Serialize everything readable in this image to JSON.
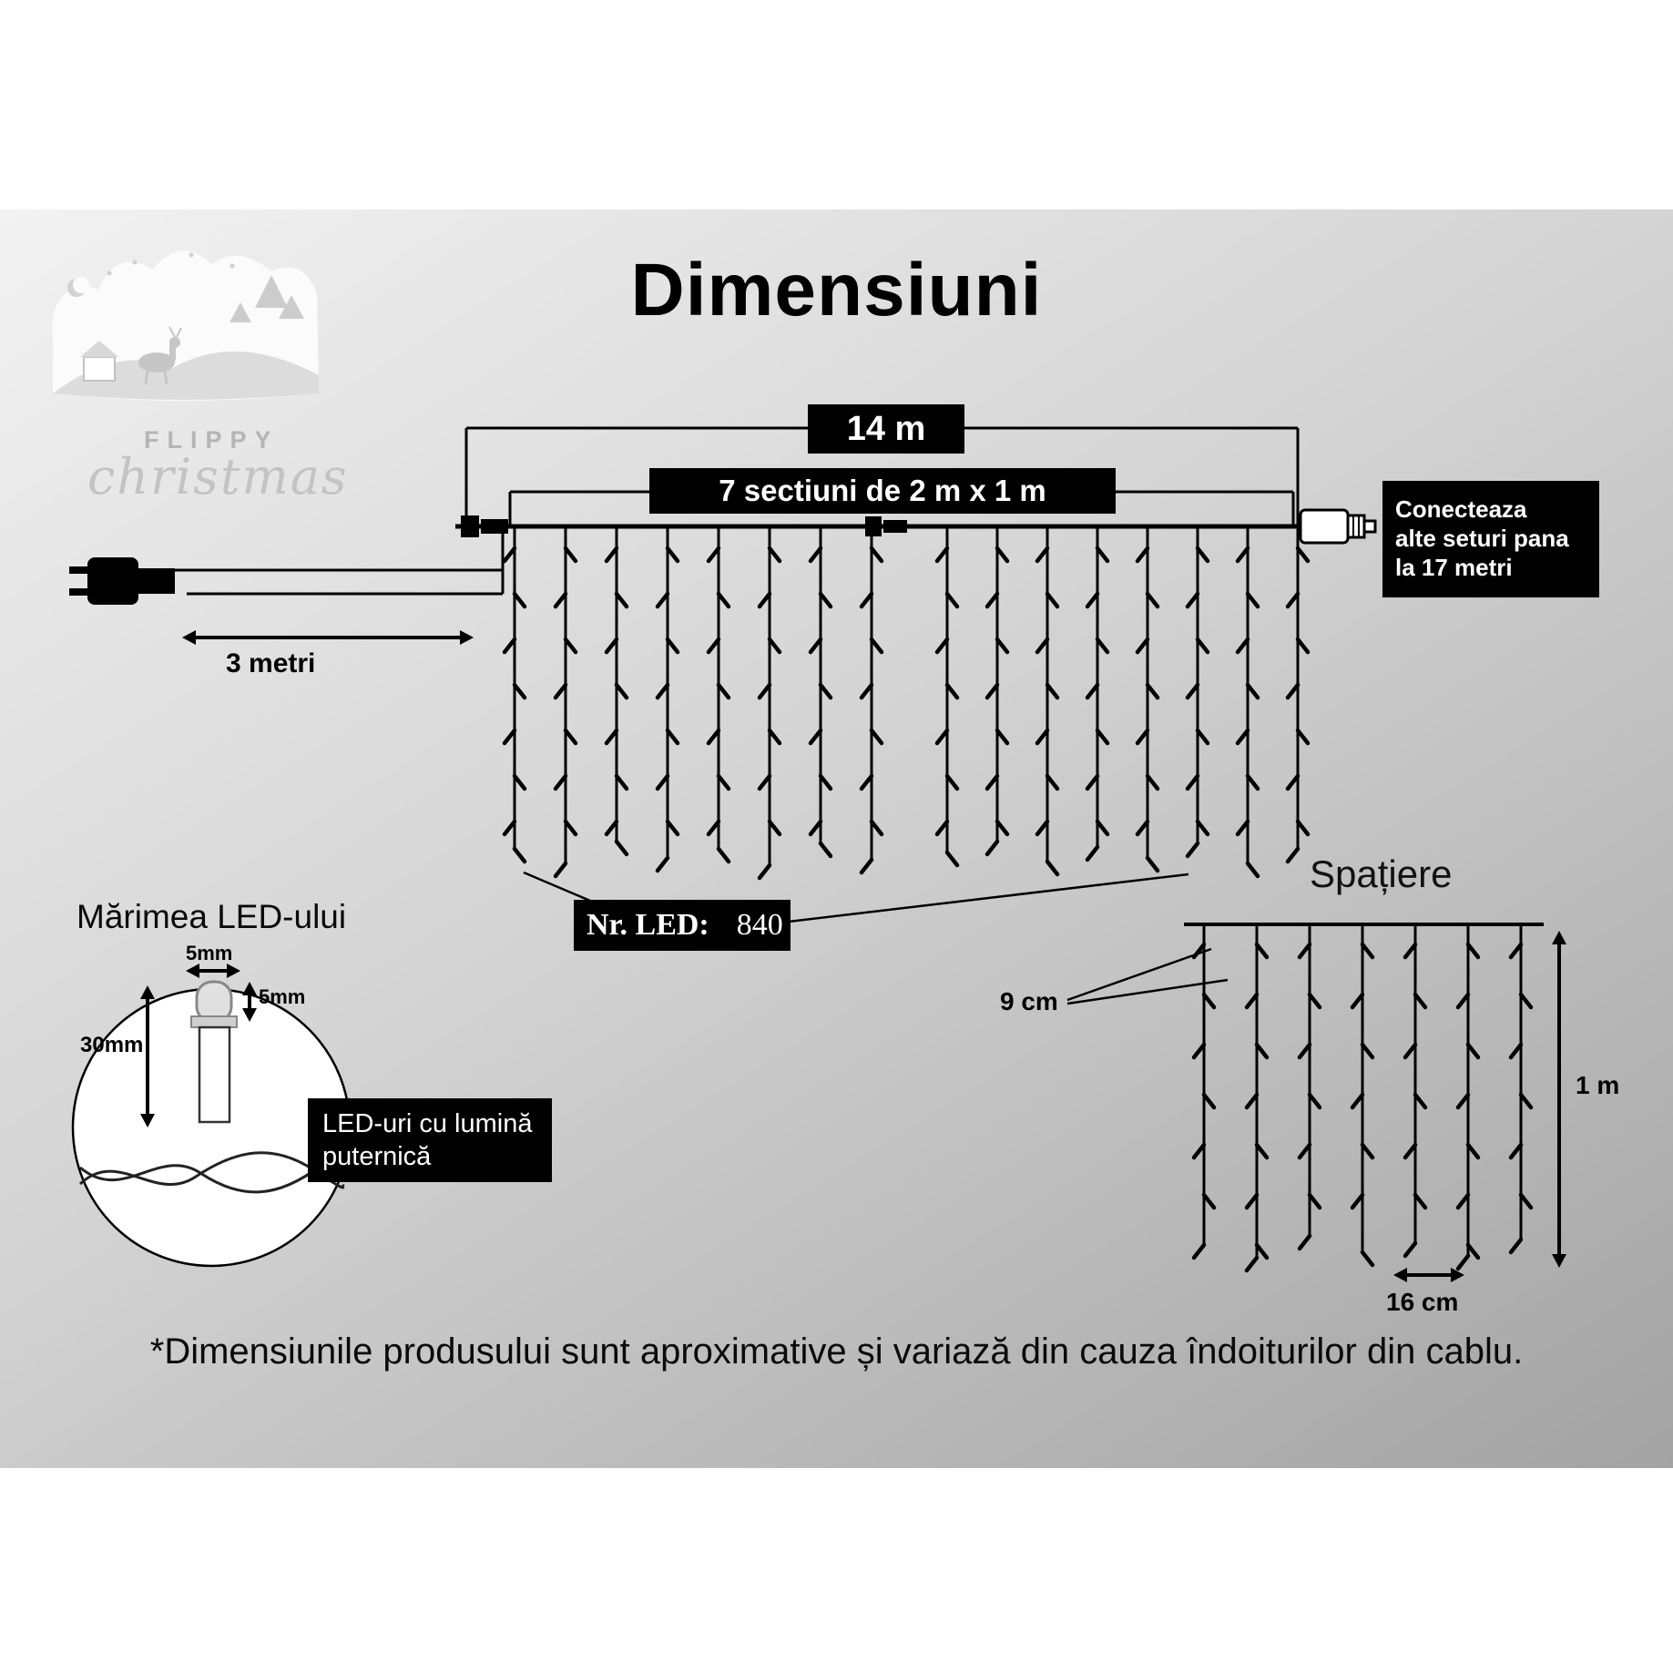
{
  "page": {
    "title": "Dimensiuni",
    "footnote": "*Dimensiunile produsului sunt aproximative și variază din cauza îndoiturilor din cablu."
  },
  "logo": {
    "brand": "FLIPPY",
    "script": "christmas"
  },
  "banners": {
    "total_length": "14 m",
    "sections": "7 sectiuni de 2 m x 1 m"
  },
  "connect": {
    "lines": [
      "Conecteaza",
      "alte seturi pana",
      "la 17 metri"
    ]
  },
  "lead": {
    "length_label": "3 metri"
  },
  "led": {
    "count_label": "Nr. LED:",
    "count_value": "840",
    "size_title": "Mărimea LED-ului",
    "bulb_width": "5mm",
    "tip_height": "5mm",
    "total_height": "30mm",
    "note_lines": [
      "LED-uri cu lumină",
      "puternică"
    ]
  },
  "spacing": {
    "title": "Spațiere",
    "led_gap": "9 cm",
    "height": "1 m",
    "strand_gap": "16 cm"
  },
  "colors": {
    "banner_bg": "#000000",
    "banner_text": "#ffffff",
    "line": "#000000",
    "bg_light": "#f2f2f2",
    "bg_dark": "#a3a3a3"
  }
}
